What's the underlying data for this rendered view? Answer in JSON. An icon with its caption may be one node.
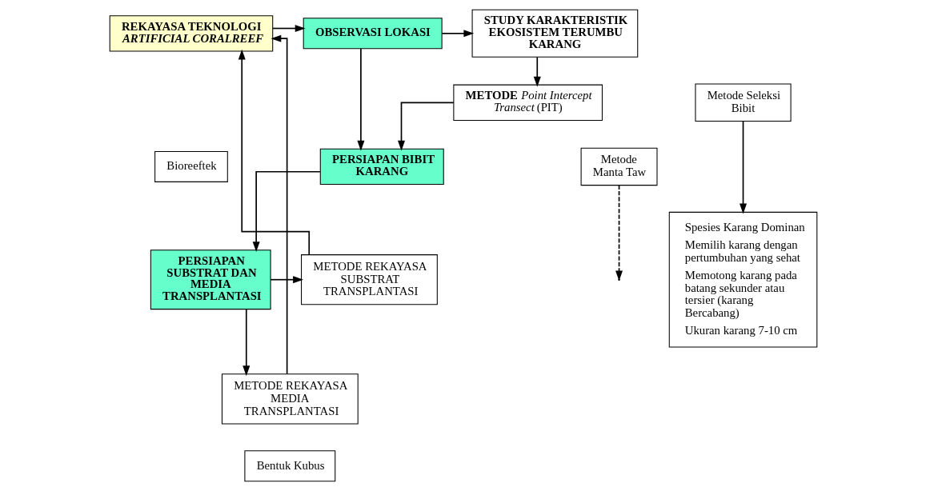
{
  "diagram": {
    "nodes": [
      {
        "text": [
          "REKAYASA TEKNOLOGI *ARTIFICIAL CORALREEF*"
        ]
      },
      {
        "text": [
          "OBSERVASI LOKASI"
        ]
      },
      {
        "text": [
          "STUDY KARAKTERISTIK EKOSISTEM TERUMBU KARANG"
        ]
      },
      {
        "text": [
          "PERSIAPAN BIBIT KARANG"
        ]
      },
      {
        "text": [
          "Bioreeftek"
        ]
      },
      {
        "text": [
          "Metode Manta Taw"
        ]
      },
      {
        "text": [
          "**METODE** *Point Intercept Transect* (PIT)"
        ]
      },
      {
        "text": [
          "Metode Seleksi Bibit"
        ]
      },
      {
        "text": [
          "METODE REKAYASA SUBSTRAT TRANSPLANTASI"
        ]
      },
      {
        "text": [
          "PERSIAPAN SUBSTRAT DAN MEDIA TRANSPLANTASI"
        ]
      },
      {
        "text": [
          "Spesies Karang Dominan",
          "Memilih karang dengan pertumbuhan yang sehat",
          "Memotong karang pada batang sekunder atau tersier (karang Bercabang)",
          "Ukuran karang 7-10 cm"
        ]
      },
      {
        "text": [
          "METODE REKAYASA MEDIA TRANSPLANTASI"
        ]
      },
      {
        "text": [
          "Bentuk Kubus"
        ]
      }
    ],
    "edges": [
      {
        "from": 0,
        "to": 1,
        "arrow": "to"
      },
      {
        "from": 1,
        "to": 2,
        "arrow": "to"
      },
      {
        "from": 1,
        "to": 3,
        "arrow": "to"
      },
      {
        "from": 2,
        "to": 6,
        "arrow": "to"
      },
      {
        "from": 5,
        "to": null,
        "arrow": "to",
        "style": "dashed"
      },
      {
        "from": 6,
        "to": 3,
        "arrow": "to"
      },
      {
        "from": 3,
        "to": 9,
        "arrow": "to"
      },
      {
        "from": 9,
        "to": 8,
        "arrow": "to"
      },
      {
        "from": 9,
        "to": 11,
        "arrow": "to"
      },
      {
        "from": 7,
        "to": 10,
        "arrow": "to"
      },
      {
        "from": 8,
        "to": 0,
        "arrow": "to"
      },
      {
        "from": 11,
        "to": 0,
        "arrow": "to"
      }
    ]
  }
}
